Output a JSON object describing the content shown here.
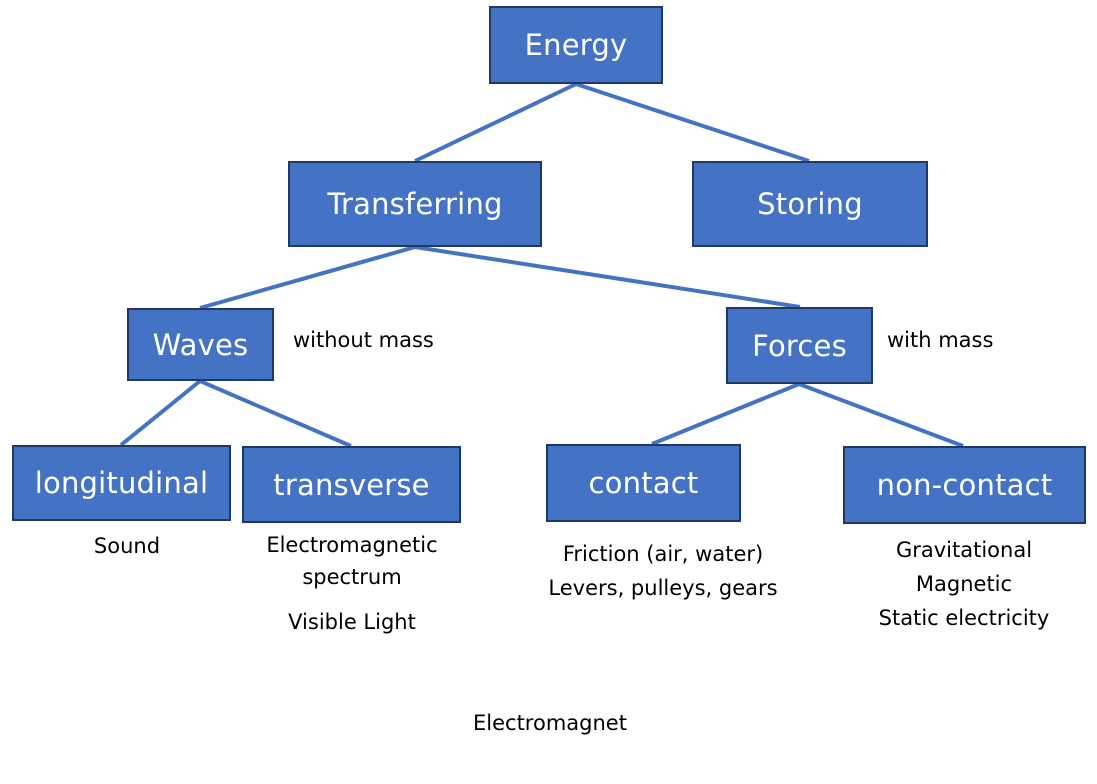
{
  "diagram": {
    "title": "Energy",
    "colors": {
      "node_fill": "#4472C4",
      "node_border": "#1F3864",
      "connector": "#4472C4",
      "node_text": "#FFFFFF",
      "label_text": "#000000"
    },
    "nodes": {
      "energy": {
        "label": "Energy"
      },
      "transferring": {
        "label": "Transferring"
      },
      "storing": {
        "label": "Storing"
      },
      "waves": {
        "label": "Waves",
        "note": "without mass"
      },
      "forces": {
        "label": "Forces",
        "note": "with mass"
      },
      "longitudinal": {
        "label": "longitudinal",
        "examples": [
          "Sound"
        ]
      },
      "transverse": {
        "label": "transverse",
        "examples": [
          "Electromagnetic",
          "spectrum",
          "Visible Light"
        ]
      },
      "contact": {
        "label": "contact",
        "examples": [
          "Friction (air, water)",
          "Levers, pulleys, gears"
        ]
      },
      "non_contact": {
        "label": "non-contact",
        "examples": [
          "Gravitational",
          "Magnetic",
          "Static electricity"
        ]
      }
    },
    "edges": [
      [
        "energy",
        "transferring"
      ],
      [
        "energy",
        "storing"
      ],
      [
        "transferring",
        "waves"
      ],
      [
        "transferring",
        "forces"
      ],
      [
        "waves",
        "longitudinal"
      ],
      [
        "waves",
        "transverse"
      ],
      [
        "forces",
        "contact"
      ],
      [
        "forces",
        "non_contact"
      ]
    ],
    "footer_label": "Electromagnet"
  }
}
